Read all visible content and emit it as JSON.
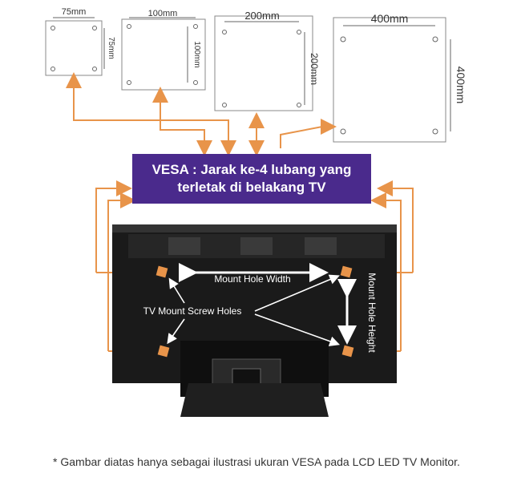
{
  "vesa_sizes": [
    {
      "width_label": "75mm",
      "height_label": "75mm"
    },
    {
      "width_label": "100mm",
      "height_label": "100mm"
    },
    {
      "width_label": "200mm",
      "height_label": "200mm"
    },
    {
      "width_label": "400mm",
      "height_label": "400mm"
    }
  ],
  "banner": {
    "line1": "VESA : Jarak ke-4 lubang yang",
    "line2": "terletak di belakang TV"
  },
  "labels": {
    "mount_hole_width": "Mount Hole Width",
    "mount_hole_height": "Mount Hole Height",
    "tv_mount_screw_holes": "TV Mount Screw Holes"
  },
  "caption": "* Gambar diatas hanya sebagai ilustrasi ukuran VESA pada LCD LED TV Monitor.",
  "colors": {
    "banner_bg": "#4a2a8c",
    "arrow_orange": "#e8944a",
    "tv_body": "#1a1a1a"
  }
}
